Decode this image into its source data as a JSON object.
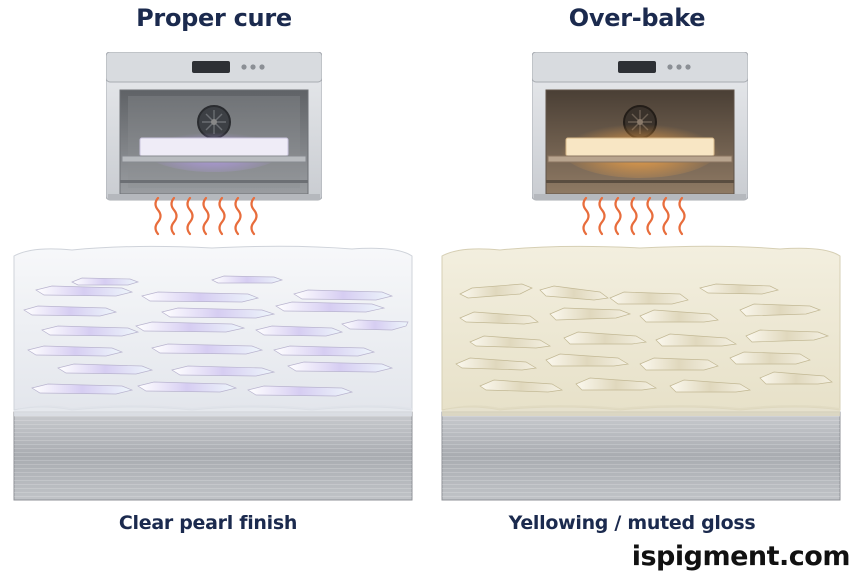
{
  "panels": [
    {
      "id": "proper",
      "title": "Proper cure",
      "caption": "Clear pearl finish",
      "colors": {
        "glow": "#b79cf0",
        "interior": "#8f9296",
        "coat_top": "#f7f8fa",
        "coat_bottom": "#e3e6ec",
        "flake": "#ffffff",
        "flake_tint": "#d6cdf2",
        "heat": "#e86d3c"
      }
    },
    {
      "id": "overbake",
      "title": "Over-bake",
      "caption": "Yellowing / muted gloss",
      "colors": {
        "glow": "#f2a347",
        "interior": "#7a6a5a",
        "coat_top": "#f3efdf",
        "coat_bottom": "#e7e1c9",
        "flake": "#fbf8ee",
        "flake_tint": "#e0d8bd",
        "heat": "#e86d3c"
      }
    }
  ],
  "watermark": "ispigment.com"
}
